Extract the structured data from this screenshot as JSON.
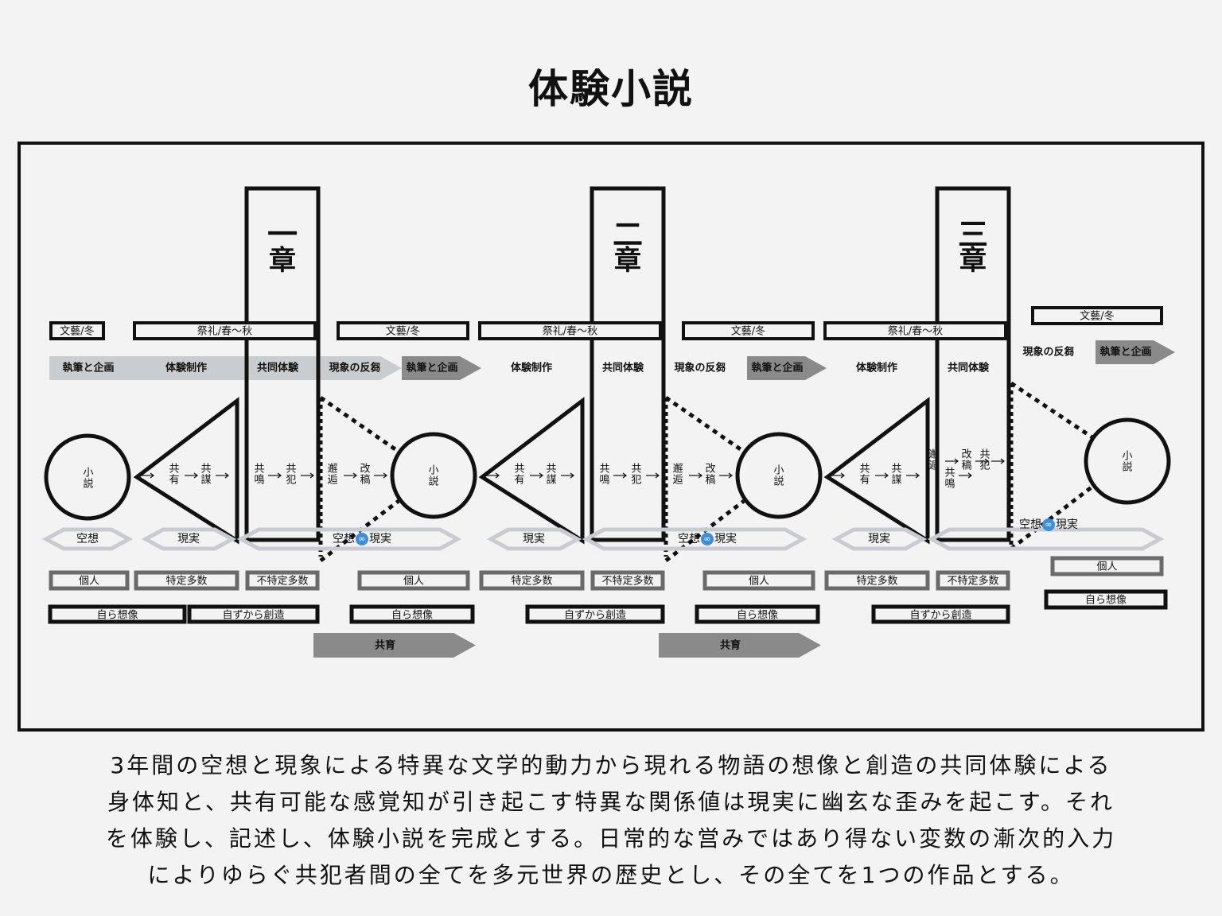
{
  "title": "体験小説",
  "chapters": [
    {
      "num": "一",
      "label": "章"
    },
    {
      "num": "二",
      "label": "章"
    },
    {
      "num": "三",
      "label": "章"
    }
  ],
  "seasons": {
    "winter": "文藝/冬",
    "festival": "祭礼/春〜秋"
  },
  "process": {
    "planning": "執筆と企画",
    "production": "体験制作",
    "joint": "共同体験",
    "reflection": "現象の反芻"
  },
  "flow": {
    "share": "共有",
    "conspire": "共謀",
    "resonate": "共鳴",
    "complicity": "共犯",
    "encounter": "邂逅",
    "revise": "改稿",
    "novel": "小説",
    "arrow_icon": "right-arrow"
  },
  "modes": {
    "fantasy": "空想",
    "reality": "現実",
    "fantasy_part": "空想",
    "reality_part": "現実",
    "infinity_icon": "∞"
  },
  "scale": {
    "individual": "個人",
    "specific": "特定多数",
    "unspecific": "不特定多数"
  },
  "action": {
    "imagine": "自ら想像",
    "create": "自ずから創造",
    "co_growth": "共育"
  },
  "description": [
    "3年間の空想と現象による特異な文学的動力から現れる物語の想像と創造の共同体験による",
    "身体知と、共有可能な感覚知が引き起こす特異な関係値は現実に幽玄な歪みを起こす。それ",
    "を体験し、記述し、体験小説を完成とする。日常的な営みではあり得ない変数の漸次的入力",
    "によりゆらぐ共犯者間の全てを多元世界の歴史とし、その全てを1つの作品とする。"
  ],
  "colors": {
    "stroke": "#111111",
    "light_arrow": "#c9cdd0",
    "dark_arrow": "#8a8a8a",
    "grey_box": "#6a6a6a",
    "hex": "#c8ccd0",
    "infinity": "#3a8fe0"
  }
}
